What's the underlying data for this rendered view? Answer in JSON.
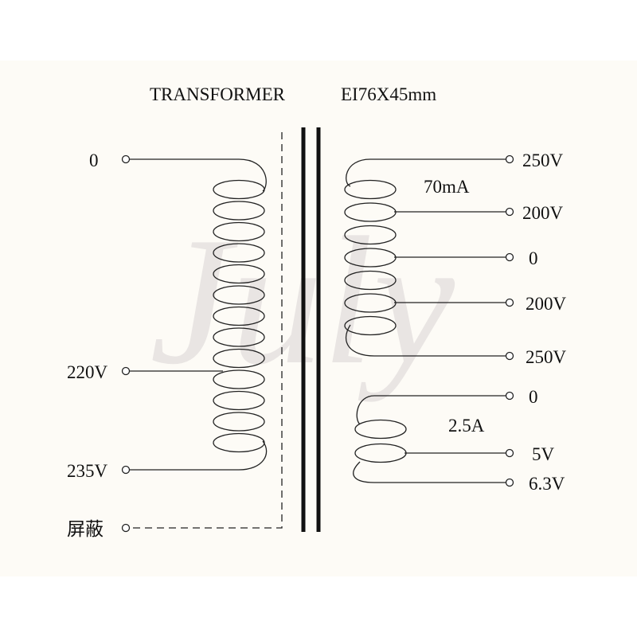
{
  "title": {
    "transformer": "TRANSFORMER",
    "core": "EI76X45mm"
  },
  "watermark": "July",
  "primary": {
    "labels": [
      "0",
      "220V",
      "235V"
    ],
    "shield": "屏蔽"
  },
  "secondary_hv": {
    "current": "70mA",
    "labels": [
      "250V",
      "200V",
      "0",
      "200V",
      "250V"
    ]
  },
  "secondary_lv": {
    "current": "2.5A",
    "labels": [
      "0",
      "5V",
      "6.3V"
    ]
  },
  "colors": {
    "background": "#fdfbf6",
    "line": "#222222",
    "watermark": "#d9d4d4"
  }
}
